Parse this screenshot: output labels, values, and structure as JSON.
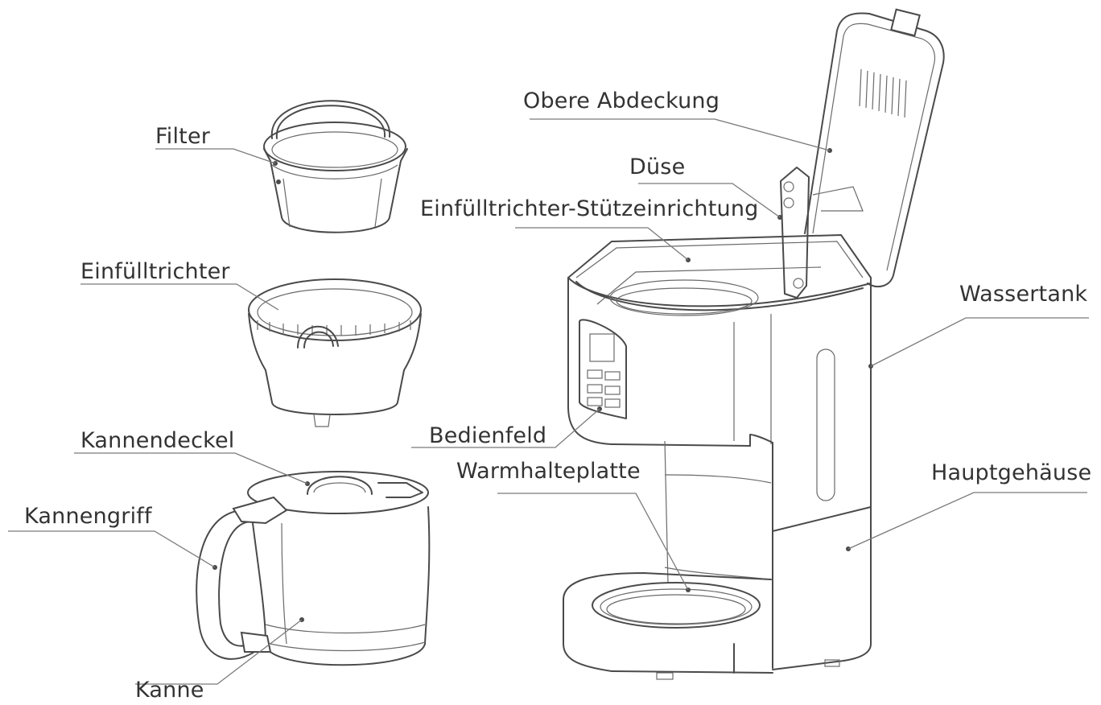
{
  "labels": {
    "filter": "Filter",
    "einfuelltrichter": "Einfülltrichter",
    "kannendeckel": "Kannendeckel",
    "kannengriff": "Kannengriff",
    "kanne": "Kanne",
    "obere_abdeckung": "Obere Abdeckung",
    "duese": "Düse",
    "stuetzeinrichtung": "Einfülltrichter-Stützeinrichtung",
    "wassertank": "Wassertank",
    "bedienfeld": "Bedienfeld",
    "warmhalteplatte": "Warmhalteplatte",
    "hauptgehaeuse": "Hauptgehäuse"
  },
  "colors": {
    "line": "#4a4a4a",
    "leader": "#7a7a7a",
    "text": "#333333"
  }
}
